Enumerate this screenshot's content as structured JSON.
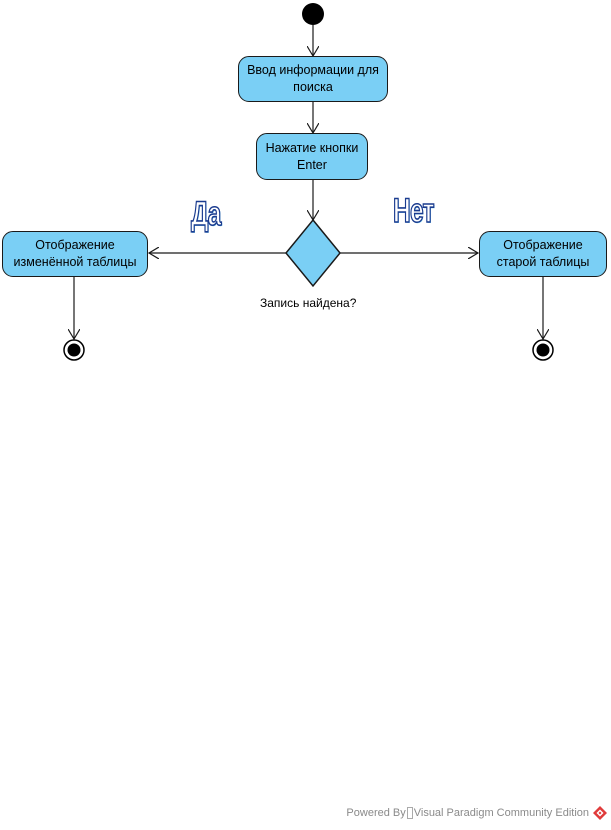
{
  "nodes": {
    "input_info": "Ввод информации для поиска",
    "press_enter": "Нажатие кнопки Enter",
    "show_changed": "Отображение изменённой таблицы",
    "show_old": "Отображение старой таблицы"
  },
  "decision": {
    "label": "Запись найдена?"
  },
  "branches": {
    "yes": "Да",
    "no": "Нет"
  },
  "footer": {
    "powered_by": "Powered By",
    "product": "Visual Paradigm Community Edition"
  },
  "colors": {
    "node_fill": "#7acff5",
    "stroke": "#1a1a1a",
    "big_text_outline": "#1a3b8f",
    "logo_red": "#e03a3a"
  }
}
